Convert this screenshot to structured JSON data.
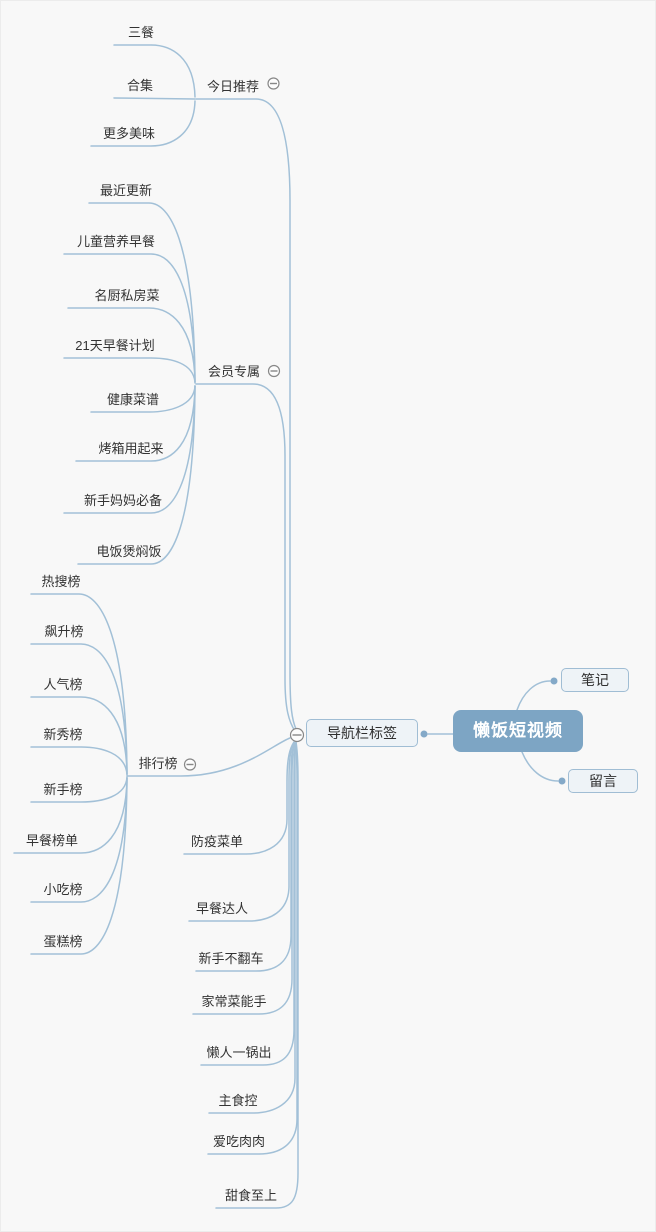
{
  "colors": {
    "background": "#f8f8f8",
    "edge": "#a2c0d7",
    "root_fill": "#7da5c4",
    "root_text": "#ffffff",
    "box_fill": "#eef3f7",
    "box_border": "#a0bdd4",
    "label_text": "#333333",
    "collapse_icon": "#878787",
    "connector_dot": "#84a9c8"
  },
  "icons": {
    "collapse": "minus-in-circle",
    "connector": "dot"
  },
  "mindmap": {
    "root": {
      "label": "懒饭短视频"
    },
    "right_branches": [
      {
        "label": "笔记"
      },
      {
        "label": "留言"
      }
    ],
    "left_branch": {
      "label": "导航栏标签",
      "children": [
        {
          "label": "今日推荐",
          "children": [
            {
              "label": "三餐"
            },
            {
              "label": "合集"
            },
            {
              "label": "更多美味"
            }
          ]
        },
        {
          "label": "会员专属",
          "children": [
            {
              "label": "最近更新"
            },
            {
              "label": "儿童营养早餐"
            },
            {
              "label": "名厨私房菜"
            },
            {
              "label": "21天早餐计划"
            },
            {
              "label": "健康菜谱"
            },
            {
              "label": "烤箱用起来"
            },
            {
              "label": "新手妈妈必备"
            },
            {
              "label": "电饭煲焖饭"
            }
          ]
        },
        {
          "label": "排行榜",
          "children": [
            {
              "label": "热搜榜"
            },
            {
              "label": "飙升榜"
            },
            {
              "label": "人气榜"
            },
            {
              "label": "新秀榜"
            },
            {
              "label": "新手榜"
            },
            {
              "label": "早餐榜单"
            },
            {
              "label": "小吃榜"
            },
            {
              "label": "蛋糕榜"
            }
          ]
        },
        {
          "label": "防疫菜单"
        },
        {
          "label": "早餐达人"
        },
        {
          "label": "新手不翻车"
        },
        {
          "label": "家常菜能手"
        },
        {
          "label": "懒人一锅出"
        },
        {
          "label": "主食控"
        },
        {
          "label": "爱吃肉肉"
        },
        {
          "label": "甜食至上"
        }
      ]
    }
  }
}
